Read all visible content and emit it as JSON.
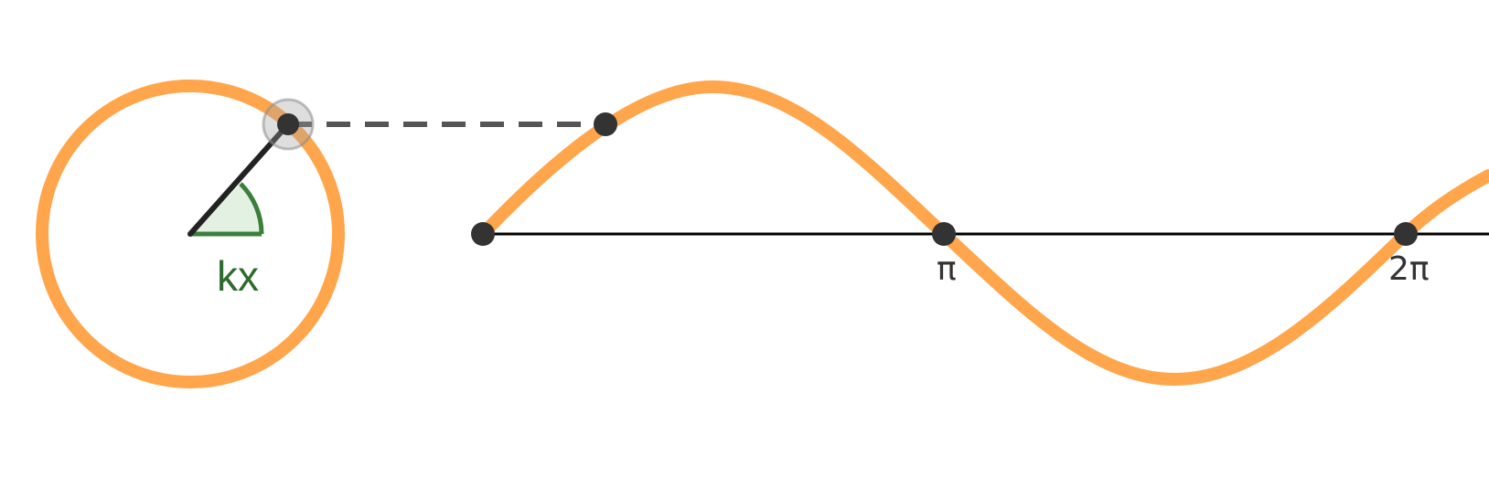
{
  "angle_label": "kx",
  "axis_ticks": [
    "π",
    "2π"
  ],
  "colors": {
    "curve": "#ffa64d",
    "point": "#333333",
    "angle_fill": "#e3f1e3",
    "angle_stroke": "#3a7f3a",
    "angle_label": "#2e6b2e",
    "dashed_line": "#555555",
    "axis": "#000000"
  },
  "icons": {
    "draggable_point": "circle-handle"
  }
}
